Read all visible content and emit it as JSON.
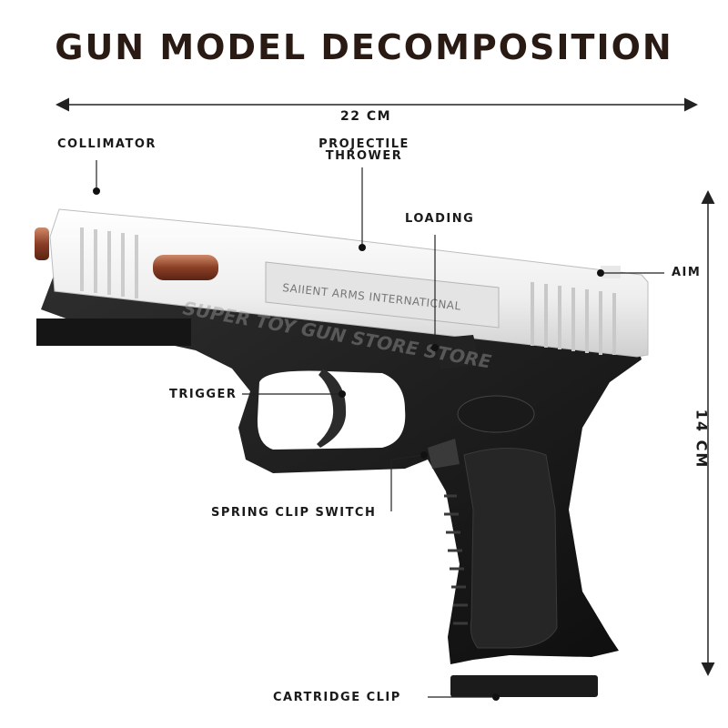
{
  "title": "GUN MODEL DECOMPOSITION",
  "dimensions": {
    "width": "22 CM",
    "height": "14 CM"
  },
  "labels": {
    "collimator": "COLLIMATOR",
    "projectile_line1": "PROJECTILE",
    "projectile_line2": "THROWER",
    "loading": "LOADING",
    "aim": "AIM",
    "trigger": "TRIGGER",
    "spring_clip_switch": "SPRING CLIP SWITCH",
    "cartridge_clip": "CARTRIDGE CLIP"
  },
  "slide_engraving": "SAIIENT ARMS INTERNATICNAL",
  "watermark": "SUPER TOY GUN STORE STORE",
  "colors": {
    "title": "#2a1a14",
    "slide": "#f2f2f2",
    "frame": "#1c1c1c",
    "barrel_accent": "#a0553a"
  }
}
